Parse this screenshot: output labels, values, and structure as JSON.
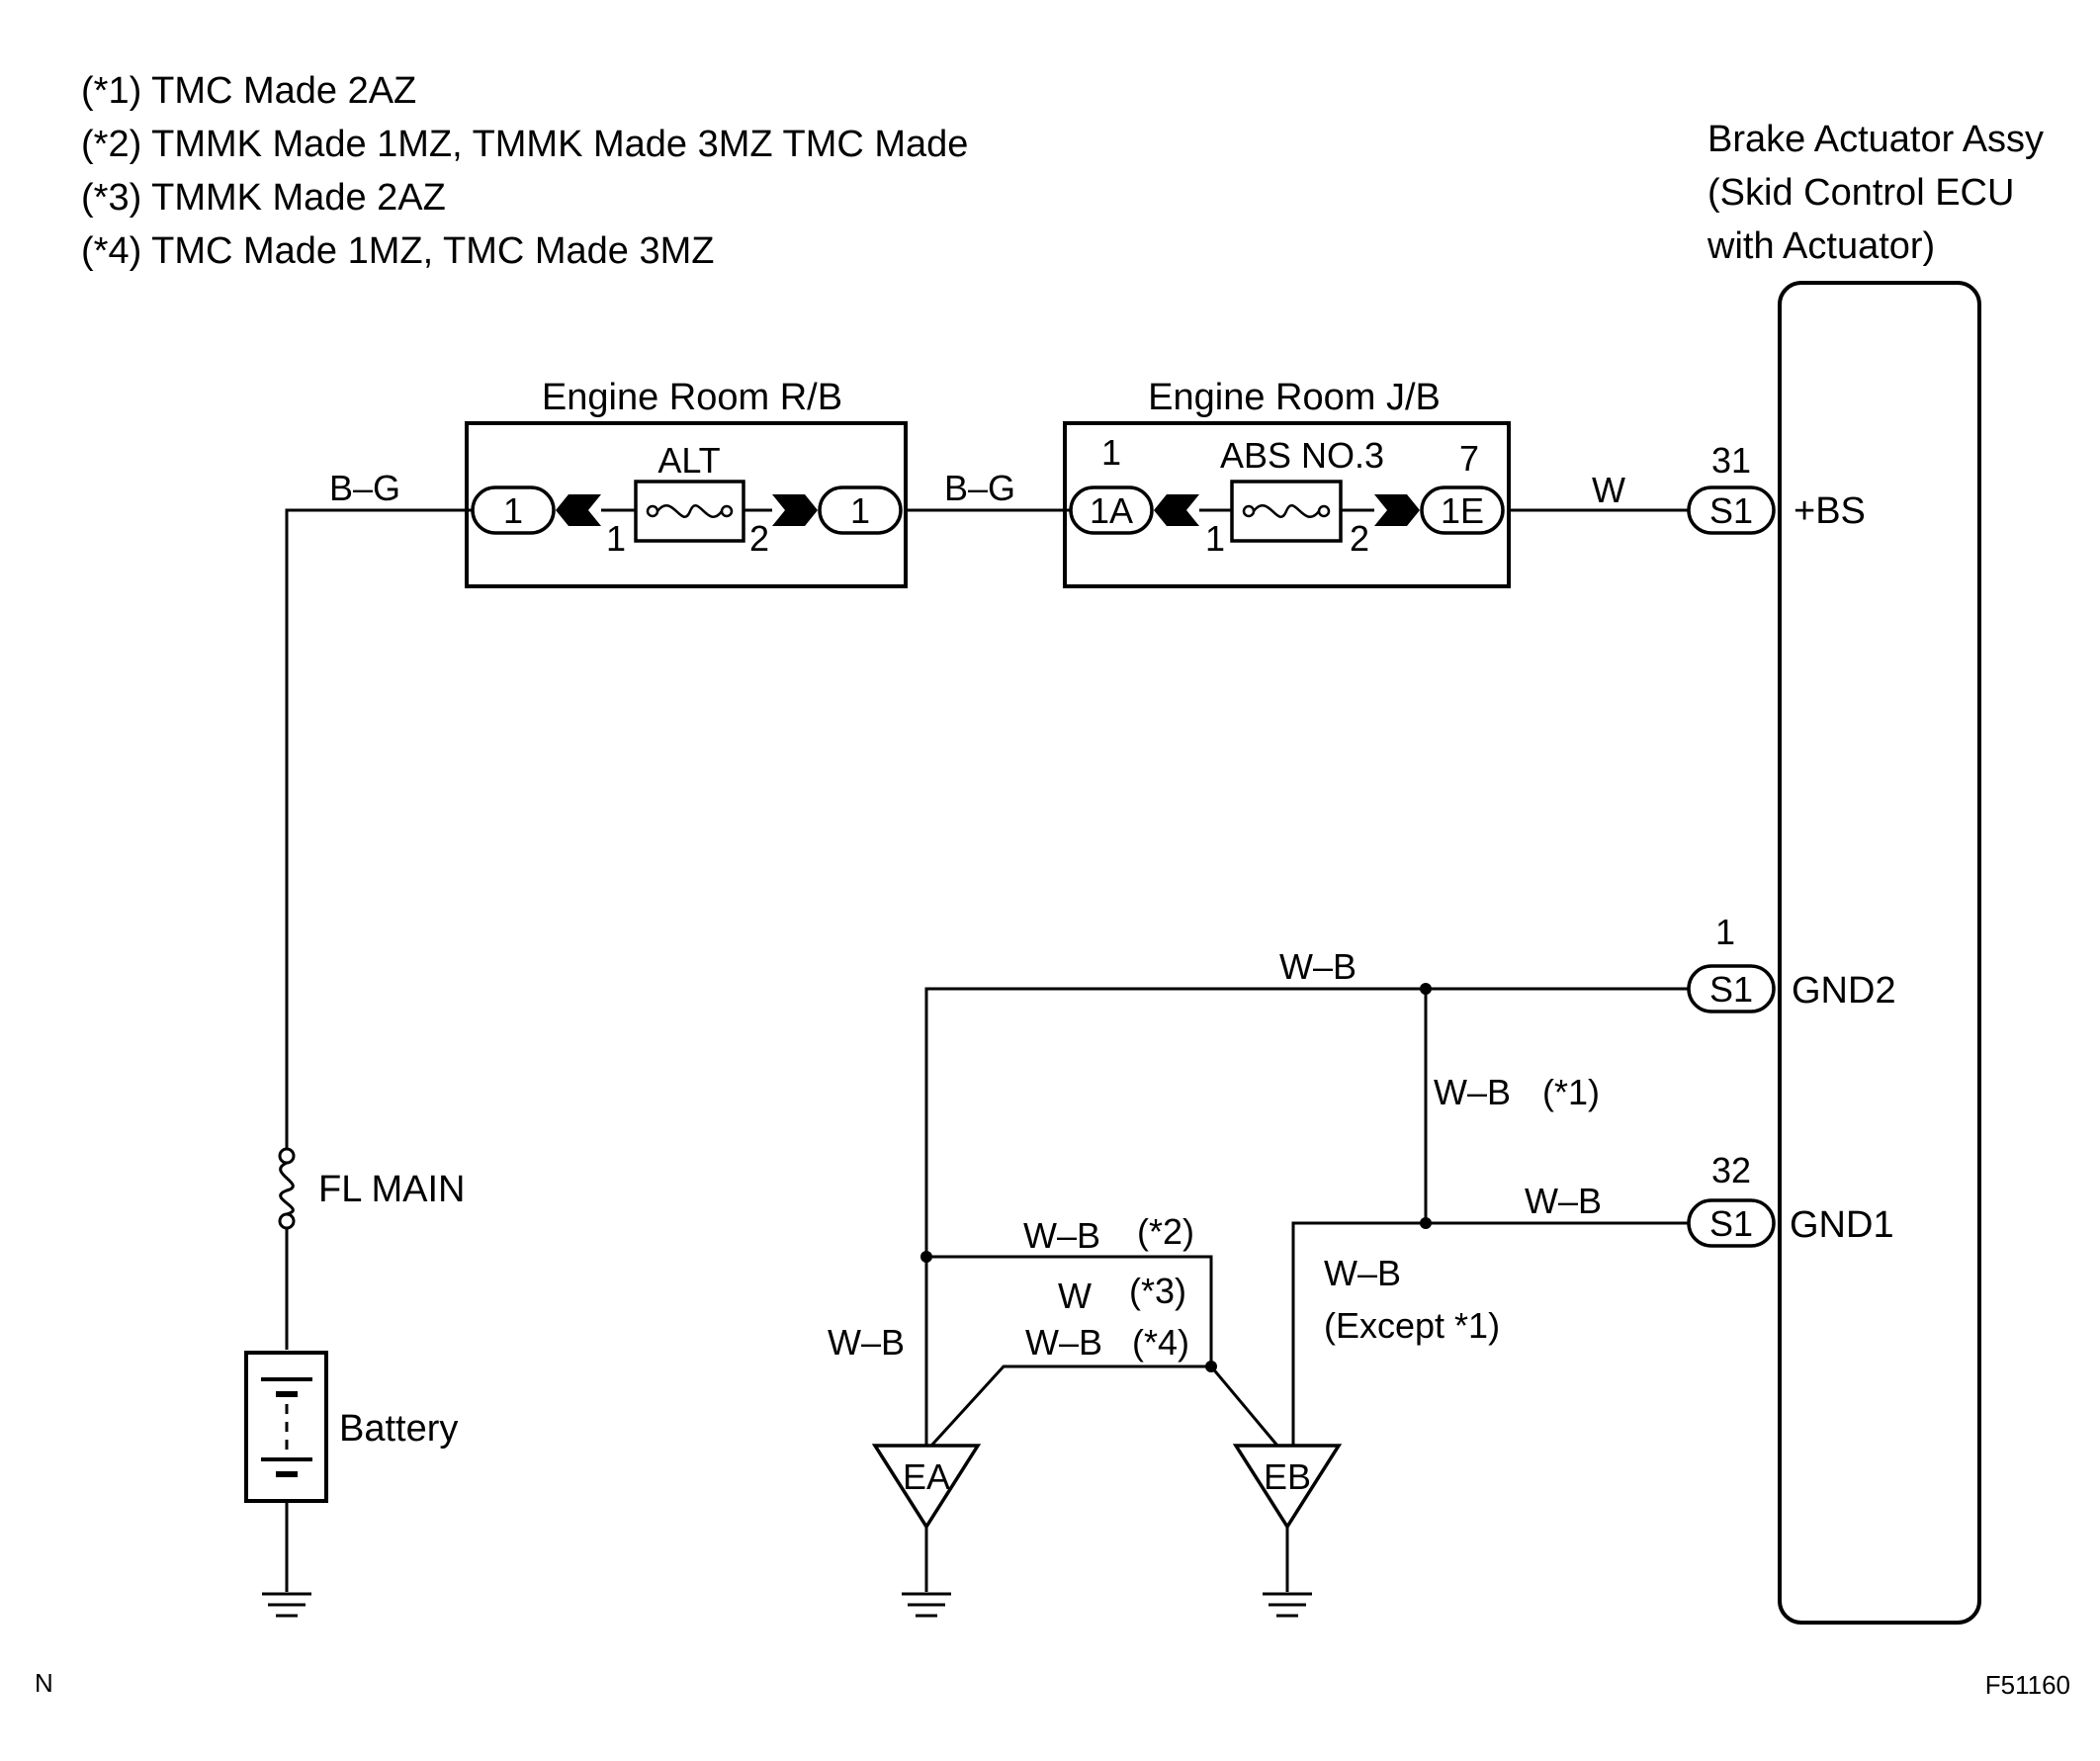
{
  "legend": [
    "(*1) TMC Made 2AZ",
    "(*2) TMMK Made 1MZ, TMMK Made 3MZ TMC Made",
    "(*3) TMMK Made 2AZ",
    "(*4) TMC Made 1MZ, TMC Made 3MZ"
  ],
  "ecu": {
    "title_lines": [
      "Brake Actuator Assy",
      "(Skid Control ECU",
      "with Actuator)"
    ],
    "terminals": [
      {
        "pin": "31",
        "connector": "S1",
        "name": "+BS"
      },
      {
        "pin": "1",
        "connector": "S1",
        "name": "GND2"
      },
      {
        "pin": "32",
        "connector": "S1",
        "name": "GND1"
      }
    ]
  },
  "relay_block": {
    "title": "Engine Room R/B",
    "fuse": "ALT",
    "left_connector": "1",
    "right_connector": "1",
    "fuse_pin_left": "1",
    "fuse_pin_right": "2"
  },
  "junction_block": {
    "title": "Engine Room J/B",
    "fuse": "ABS NO.3",
    "left_connector": "1A",
    "right_connector": "1E",
    "left_pin": "1",
    "right_pin": "7",
    "fuse_pin_left": "1",
    "fuse_pin_right": "2"
  },
  "wires": {
    "battery_to_rb": "B–G",
    "rb_to_jb": "B–G",
    "jb_to_ecu": "W",
    "gnd2": "W–B",
    "junction_vertical": "W–B",
    "junction_vertical_note": "(*1)",
    "gnd1": "W–B",
    "ea_branch": "W–B",
    "ea_branch_note": "(*2)",
    "alt_w": "W",
    "alt_w_note": "(*3)",
    "alt_wb": "W–B",
    "alt_wb_note": "(*4)",
    "ea_vertical": "W–B",
    "eb_vertical": "W–B",
    "eb_vertical_note": "(Except *1)"
  },
  "fusible_link": "FL MAIN",
  "battery": "Battery",
  "grounds": [
    "EA",
    "EB"
  ],
  "footer": {
    "left": "N",
    "right": "F51160"
  }
}
